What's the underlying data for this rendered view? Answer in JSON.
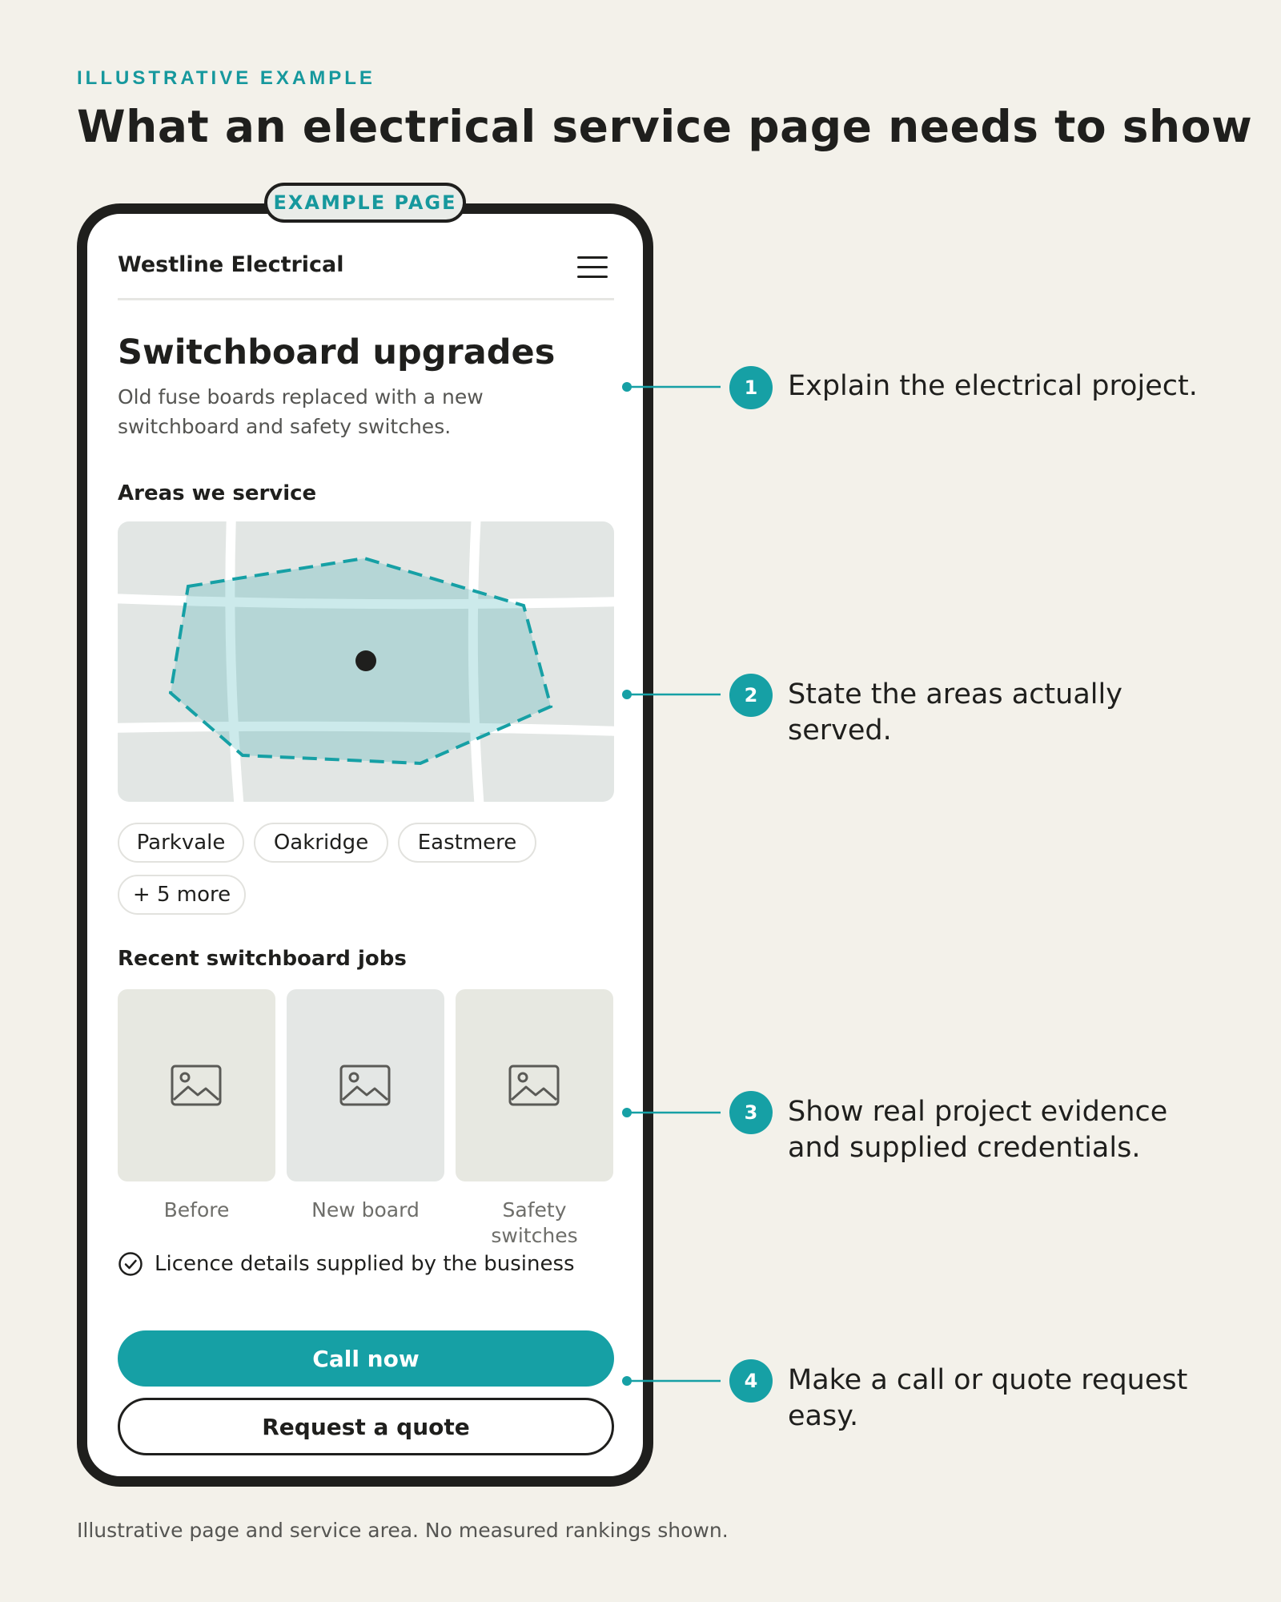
{
  "eyebrow": "ILLUSTRATIVE EXAMPLE",
  "title": "What an electrical service page needs to show",
  "phone": {
    "badge": "EXAMPLE PAGE",
    "brand": "Westline Electrical",
    "menu_icon": "hamburger-menu-icon",
    "heading": "Switchboard upgrades",
    "description": "Old fuse boards replaced with a new switchboard and safety switches.",
    "areas": {
      "label": "Areas we service",
      "map_icon": "service-area-map",
      "chips": [
        "Parkvale",
        "Oakridge",
        "Eastmere",
        "+ 5 more"
      ]
    },
    "jobs": {
      "label": "Recent switchboard jobs",
      "image_icon": "image-placeholder-icon",
      "items": [
        {
          "caption": "Before"
        },
        {
          "caption": "New board"
        },
        {
          "caption": "Safety switches"
        }
      ]
    },
    "licence": {
      "icon": "check-circle-icon",
      "text": "Licence details supplied by the business"
    },
    "primary_button": "Call now",
    "secondary_button": "Request a quote"
  },
  "callouts": [
    {
      "number": "1",
      "text": "Explain the electrical project."
    },
    {
      "number": "2",
      "text": "State the areas actually served."
    },
    {
      "number": "3",
      "text": "Show real project evidence and supplied credentials."
    },
    {
      "number": "4",
      "text": "Make a call or quote request easy."
    }
  ],
  "footnote": "Illustrative page and service area. No measured rankings shown.",
  "colors": {
    "background": "#f3f1ea",
    "accent": "#16a0a5",
    "accent_text": "#16989d",
    "ink": "#1f1f1d",
    "map_area": "#c3dfdf",
    "map_base": "#e2e6e4"
  }
}
